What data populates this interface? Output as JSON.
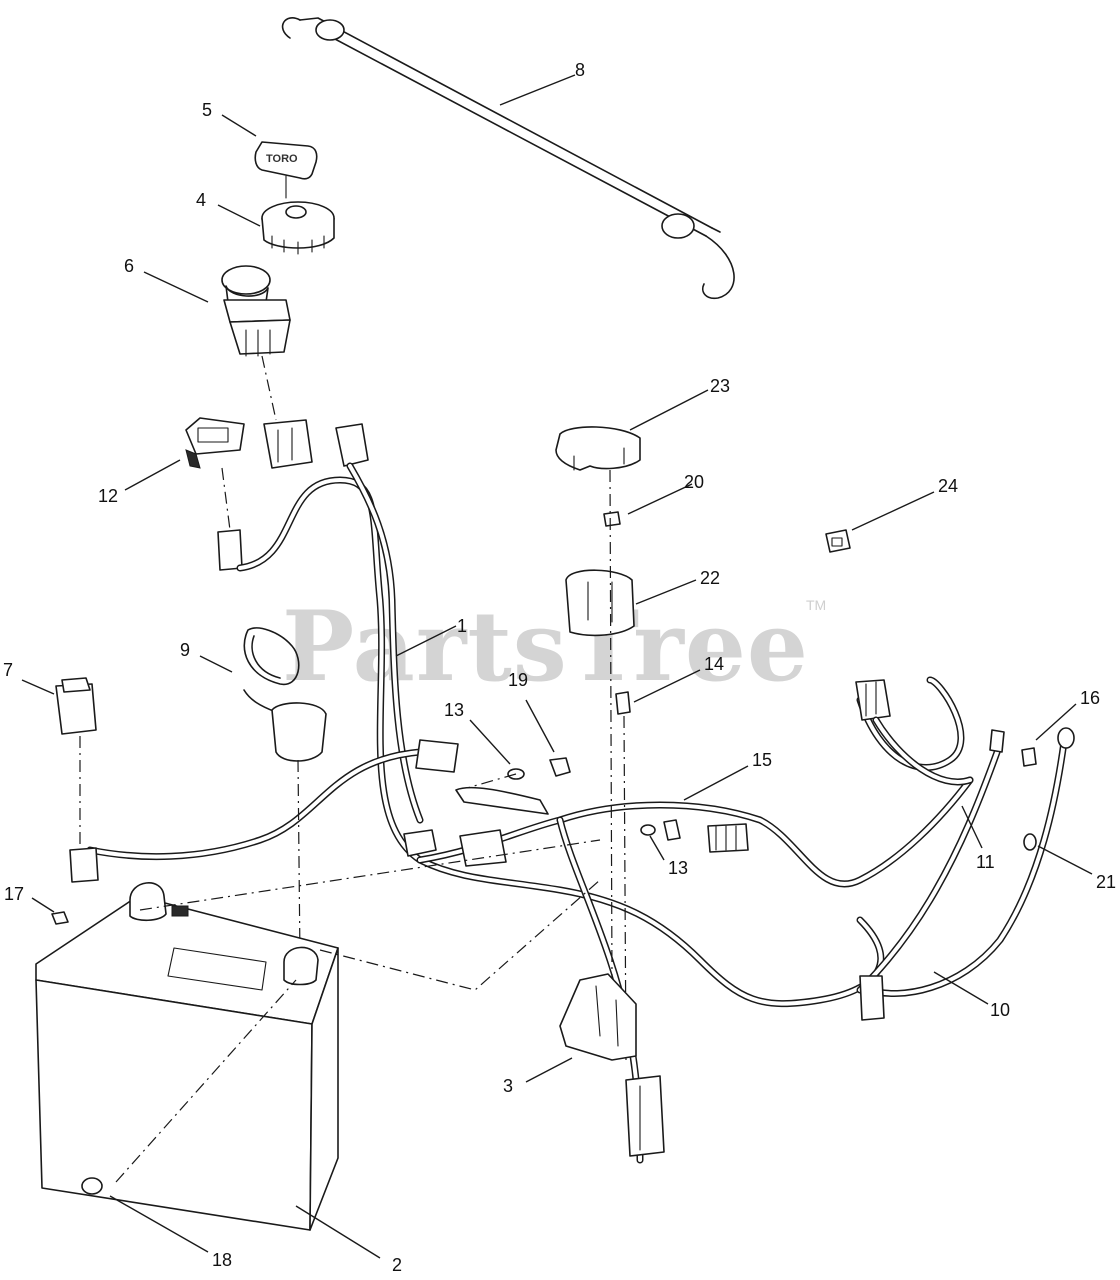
{
  "watermark": {
    "text": "PartsTree",
    "trademark": "TM"
  },
  "key_text": "TORO",
  "callouts": [
    {
      "id": "c1",
      "label": "1"
    },
    {
      "id": "c2",
      "label": "2"
    },
    {
      "id": "c3",
      "label": "3"
    },
    {
      "id": "c4",
      "label": "4"
    },
    {
      "id": "c5",
      "label": "5"
    },
    {
      "id": "c6",
      "label": "6"
    },
    {
      "id": "c7",
      "label": "7"
    },
    {
      "id": "c8",
      "label": "8"
    },
    {
      "id": "c9",
      "label": "9"
    },
    {
      "id": "c10",
      "label": "10"
    },
    {
      "id": "c11",
      "label": "11"
    },
    {
      "id": "c12",
      "label": "12"
    },
    {
      "id": "c13a",
      "label": "13"
    },
    {
      "id": "c13b",
      "label": "13"
    },
    {
      "id": "c14",
      "label": "14"
    },
    {
      "id": "c15",
      "label": "15"
    },
    {
      "id": "c16",
      "label": "16"
    },
    {
      "id": "c17",
      "label": "17"
    },
    {
      "id": "c18",
      "label": "18"
    },
    {
      "id": "c19",
      "label": "19"
    },
    {
      "id": "c20",
      "label": "20"
    },
    {
      "id": "c21",
      "label": "21"
    },
    {
      "id": "c22",
      "label": "22"
    },
    {
      "id": "c23",
      "label": "23"
    },
    {
      "id": "c24",
      "label": "24"
    }
  ]
}
